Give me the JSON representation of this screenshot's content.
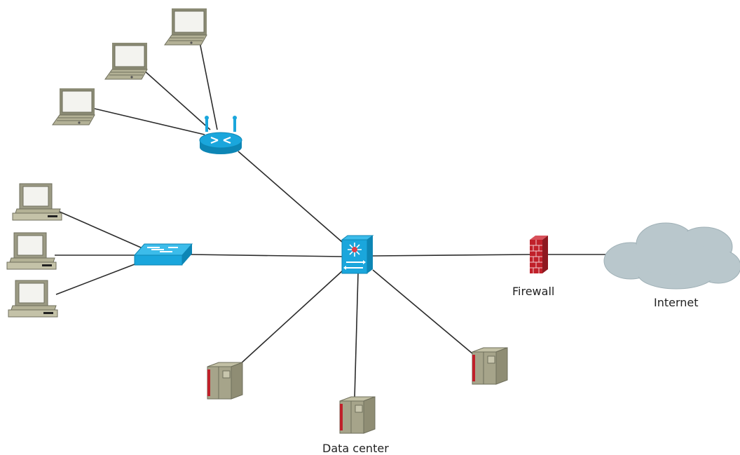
{
  "labels": {
    "firewall": "Firewall",
    "internet": "Internet",
    "datacenter": "Data center"
  },
  "icons": {
    "laptop": "laptop-icon",
    "desktop": "desktop-computer-icon",
    "router": "wireless-router-icon",
    "switch": "switch-icon",
    "core": "multilayer-switch-icon",
    "firewall": "firewall-icon",
    "cloud": "cloud-icon",
    "server": "server-icon"
  },
  "colors": {
    "cisco_blue": "#1aa6dc",
    "device_olive": "#a6a48a",
    "firewall_red": "#c0202a",
    "cloud_gray": "#b9c7cc",
    "link": "#2b2b2b"
  }
}
